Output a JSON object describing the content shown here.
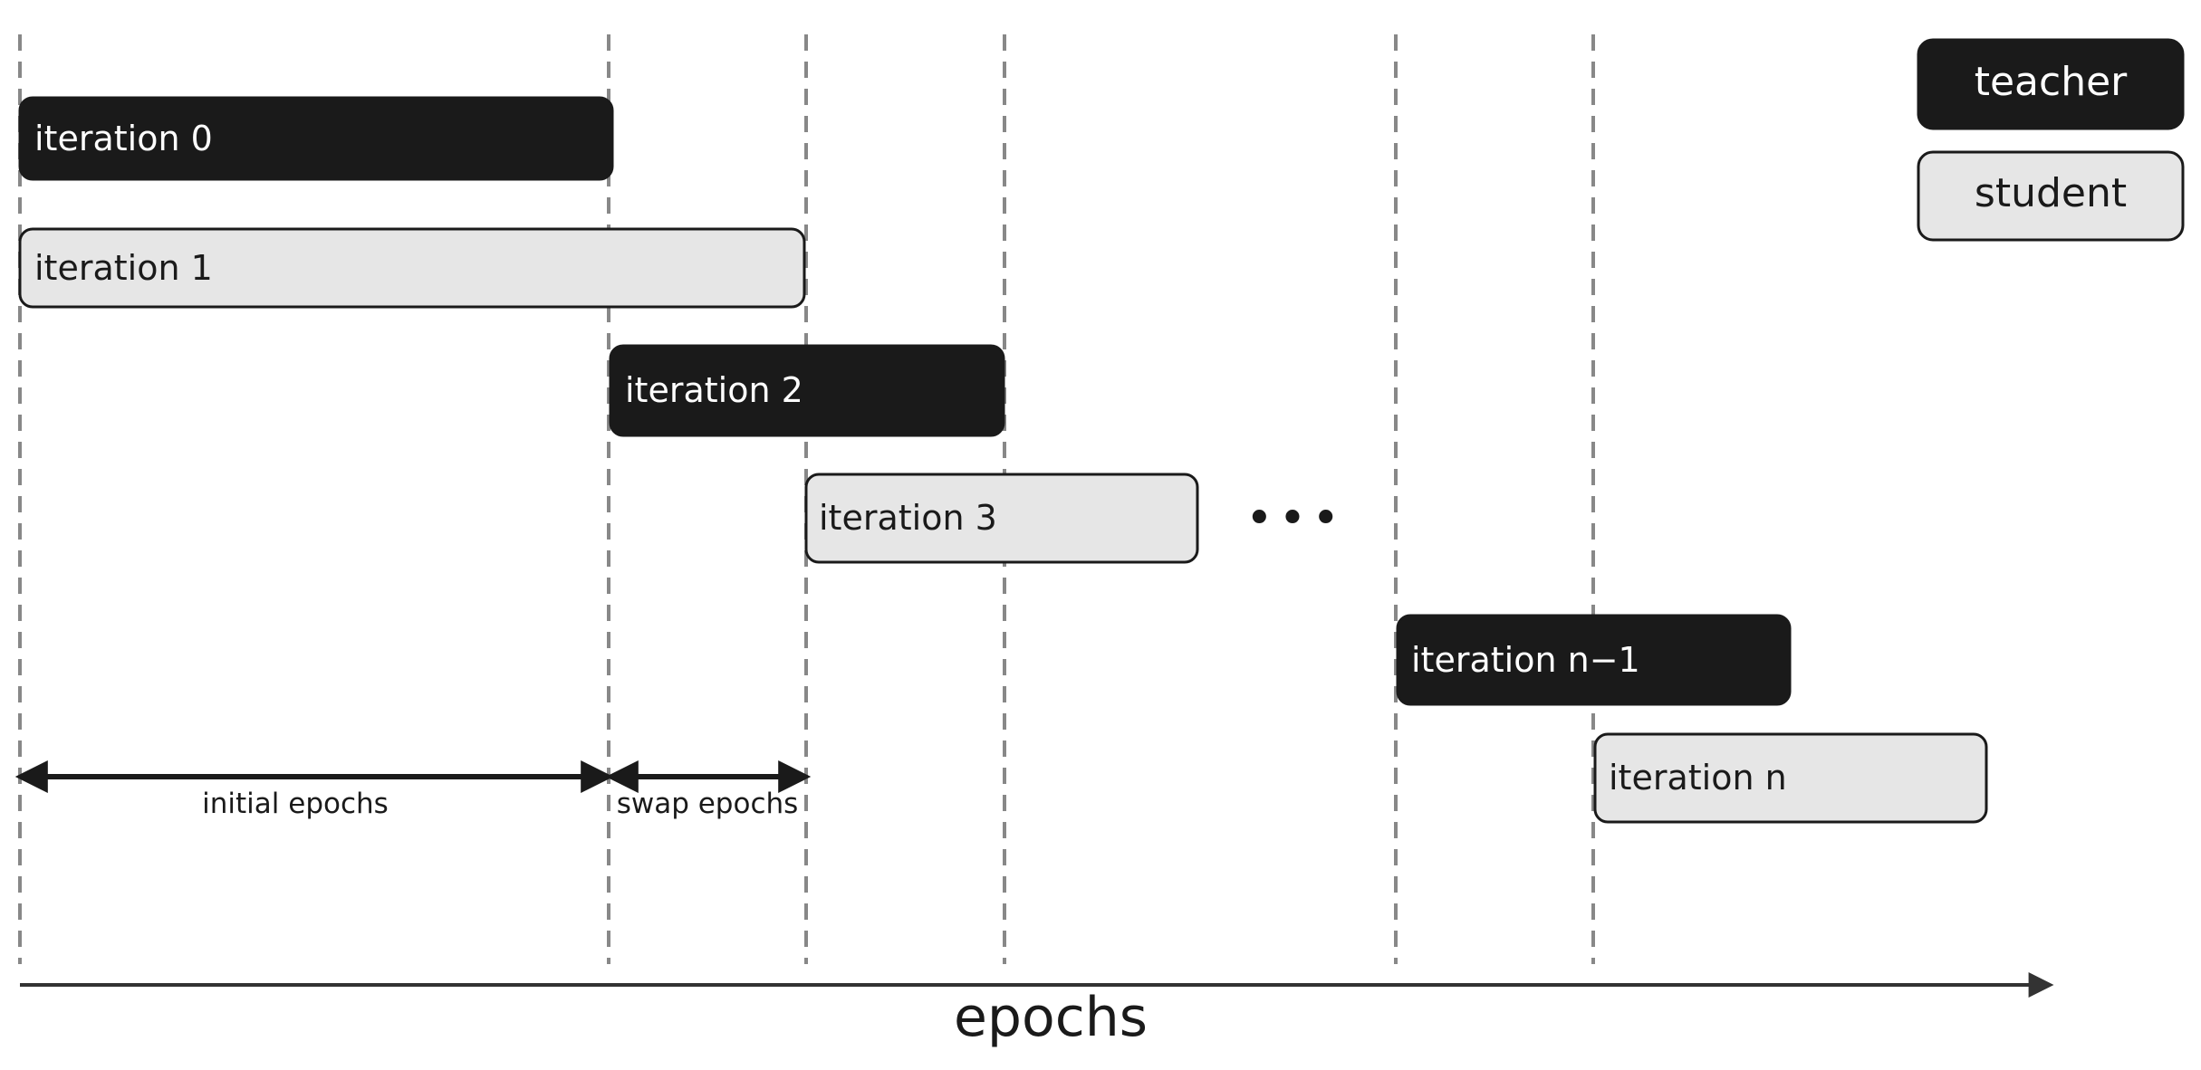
{
  "diagram": {
    "legend": {
      "teacher_label": "teacher",
      "student_label": "student"
    },
    "iterations": [
      {
        "label": "iteration 0",
        "role": "teacher"
      },
      {
        "label": "iteration 1",
        "role": "student"
      },
      {
        "label": "iteration 2",
        "role": "teacher"
      },
      {
        "label": "iteration 3",
        "role": "student"
      },
      {
        "label": "iteration n−1",
        "role": "teacher"
      },
      {
        "label": "iteration n",
        "role": "student"
      }
    ],
    "spans": {
      "initial_label": "initial epochs",
      "swap_label": "swap epochs"
    },
    "ellipsis_label": "•••",
    "axis_label": "epochs"
  },
  "colors": {
    "teacher_fill": "#1a1a1a",
    "student_fill": "#e6e6e6",
    "outline": "#1a1a1a",
    "dashed_line": "#888888",
    "teacher_text": "#ffffff",
    "student_text": "#1a1a1a"
  }
}
